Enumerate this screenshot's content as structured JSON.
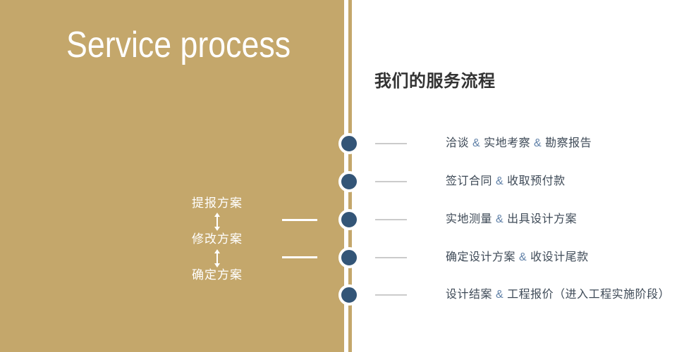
{
  "colors": {
    "gold": "#c4a76b",
    "dot": "#335577",
    "text": "#3e4a57",
    "accent": "#6081a8",
    "dash_gray": "#cbcbcb",
    "white": "#ffffff",
    "title_dark": "#333333"
  },
  "left_panel": {
    "title": "Service process",
    "plan_steps": [
      "提报方案",
      "修改方案",
      "确定方案"
    ]
  },
  "right_panel": {
    "title": "我们的服务流程",
    "steps": [
      "洽谈 & 实地考察 & 勘察报告",
      "签订合同 & 收取预付款",
      "实地测量 & 出具设计方案",
      "确定设计方案 & 收设计尾款",
      "设计结案 & 工程报价（进入工程实施阶段）"
    ]
  }
}
